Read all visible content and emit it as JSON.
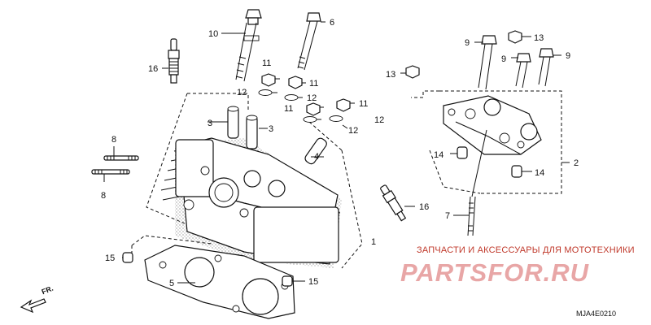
{
  "callouts": {
    "c1": "1",
    "c2": "2",
    "c3a": "3",
    "c3b": "3",
    "c4": "4",
    "c5": "5",
    "c6": "6",
    "c7": "7",
    "c8a": "8",
    "c8b": "8",
    "c9a": "9",
    "c9b": "9",
    "c9c": "9",
    "c10": "10",
    "c11a": "11",
    "c11b": "11",
    "c11c": "11",
    "c11d": "11",
    "c12a": "12",
    "c12b": "12",
    "c12c": "12",
    "c12d": "12",
    "c13a": "13",
    "c13b": "13",
    "c14a": "14",
    "c14b": "14",
    "c15a": "15",
    "c15b": "15",
    "c16a": "16",
    "c16b": "16"
  },
  "direction_label": "FR.",
  "watermark": {
    "subtitle": "ЗАПЧАСТИ И АКСЕССУАРЫ ДЛЯ МОТОТЕХНИКИ",
    "logo": "PARTSFOR.RU"
  },
  "diagram_code": "MJA4E0210"
}
